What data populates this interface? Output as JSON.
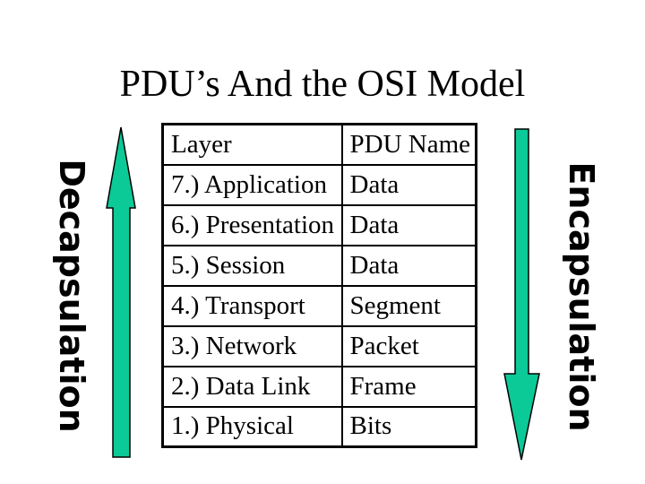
{
  "slide": {
    "title": "PDU’s And the OSI Model",
    "left_label": "Decapsulation",
    "right_label": "Encapsulation",
    "arrow_color": "#0cc998",
    "table": {
      "headers": [
        "Layer",
        "PDU Name"
      ],
      "rows": [
        {
          "layer": "7.) Application",
          "pdu": "Data"
        },
        {
          "layer": "6.) Presentation",
          "pdu": "Data"
        },
        {
          "layer": "5.) Session",
          "pdu": "Data"
        },
        {
          "layer": "4.) Transport",
          "pdu": "Segment"
        },
        {
          "layer": "3.) Network",
          "pdu": "Packet"
        },
        {
          "layer": "2.) Data Link",
          "pdu": "Frame"
        },
        {
          "layer": "1.) Physical",
          "pdu": "Bits"
        }
      ]
    }
  }
}
